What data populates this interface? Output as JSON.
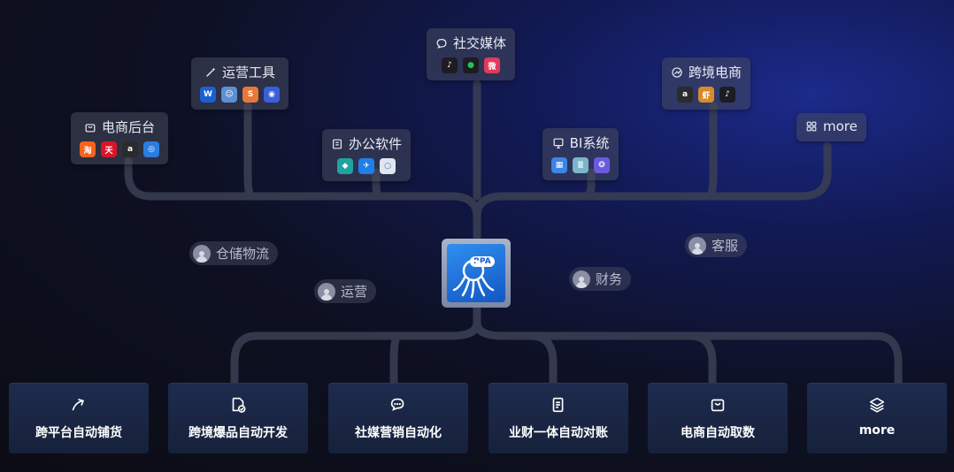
{
  "categories": {
    "ecommerce_backend": {
      "title": "电商后台",
      "logos": [
        {
          "name": "taobao-logo",
          "color": "#f5631c",
          "glyph": "淘"
        },
        {
          "name": "tmall-logo",
          "color": "#d9152a",
          "glyph": "天"
        },
        {
          "name": "amazon-logo",
          "color": "#2b2b2b",
          "glyph": "a"
        },
        {
          "name": "jd-logo",
          "color": "#2a7de1",
          "glyph": "◎"
        }
      ]
    },
    "operations_tools": {
      "title": "运营工具",
      "logos": [
        {
          "name": "w-logo",
          "color": "#1b5fd1",
          "glyph": "W"
        },
        {
          "name": "robot-logo",
          "color": "#5b8fd6",
          "glyph": "☺"
        },
        {
          "name": "s-logo",
          "color": "#e8783a",
          "glyph": "S"
        },
        {
          "name": "globe-logo",
          "color": "#3a5fd9",
          "glyph": "◉"
        }
      ]
    },
    "office_software": {
      "title": "办公软件",
      "logos": [
        {
          "name": "feishu-logo",
          "color": "#20a3a0",
          "glyph": "◆"
        },
        {
          "name": "dingtalk-logo",
          "color": "#1e7fe8",
          "glyph": "✈"
        },
        {
          "name": "qiwei-logo",
          "color": "#dfe6f0",
          "glyph": "○"
        }
      ]
    },
    "social_media": {
      "title": "社交媒体",
      "logos": [
        {
          "name": "tiktok-logo",
          "color": "#1c1c22",
          "glyph": "♪"
        },
        {
          "name": "wechat-logo",
          "color": "#1c1c22",
          "glyph": "●"
        },
        {
          "name": "weibo-logo",
          "color": "#e23a5a",
          "glyph": "微"
        }
      ]
    },
    "bi_system": {
      "title": "BI系统",
      "logos": [
        {
          "name": "bi1-logo",
          "color": "#3b84e8",
          "glyph": "▦"
        },
        {
          "name": "bi2-logo",
          "color": "#7ab5cc",
          "glyph": "≣"
        },
        {
          "name": "bi3-logo",
          "color": "#6a5ae0",
          "glyph": "❂"
        }
      ]
    },
    "cross_border": {
      "title": "跨境电商",
      "logos": [
        {
          "name": "amazon-logo",
          "color": "#2b2b2b",
          "glyph": "a"
        },
        {
          "name": "shopee-logo",
          "color": "#d98a2c",
          "glyph": "虾"
        },
        {
          "name": "tiktok-logo",
          "color": "#1c1c22",
          "glyph": "♪"
        }
      ]
    },
    "more": {
      "title": "more"
    }
  },
  "roles": {
    "warehouse": "仓储物流",
    "operations": "运营",
    "finance": "财务",
    "customer_service": "客服"
  },
  "hub": {
    "label": "RPA"
  },
  "cards": [
    {
      "label": "跨平台自动铺货",
      "icon": "arrow-icon"
    },
    {
      "label": "跨境爆品自动开发",
      "icon": "doc-check-icon"
    },
    {
      "label": "社媒营销自动化",
      "icon": "chat-icon"
    },
    {
      "label": "业财一体自动对账",
      "icon": "ledger-icon"
    },
    {
      "label": "电商自动取数",
      "icon": "bag-icon"
    },
    {
      "label": "more",
      "icon": "layers-icon"
    }
  ],
  "colors": {
    "line": "#3a3f52",
    "card_bg": "#1e2b4e",
    "accent": "#2f8ff0"
  }
}
